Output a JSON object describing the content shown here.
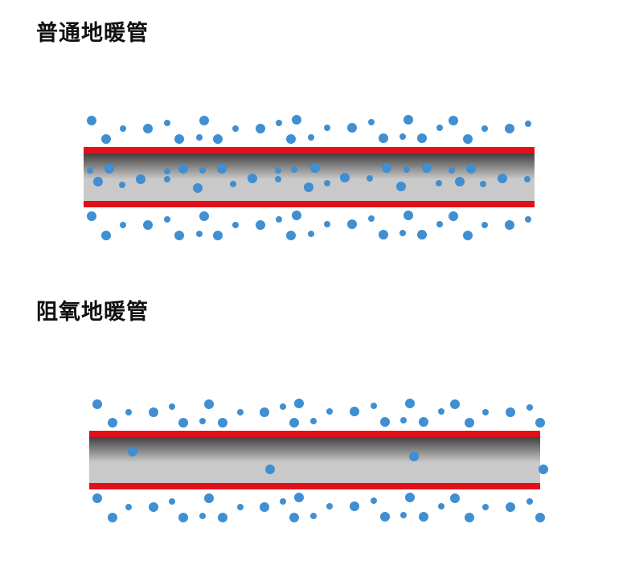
{
  "panels": [
    {
      "title": "普通地暖管",
      "type": "ordinary"
    },
    {
      "title": "阻氧地暖管",
      "type": "oxygen-barrier"
    }
  ],
  "colors": {
    "pipe_wall": "#e3101a",
    "pipe_core_dark": "#3c3c3c",
    "pipe_core_light": "#c9c9c9",
    "oxygen_bubble": "#3f8fd2"
  },
  "icons": {
    "oxygen": "oxygen-bubble-icon",
    "pipe": "pipe-section-icon"
  }
}
